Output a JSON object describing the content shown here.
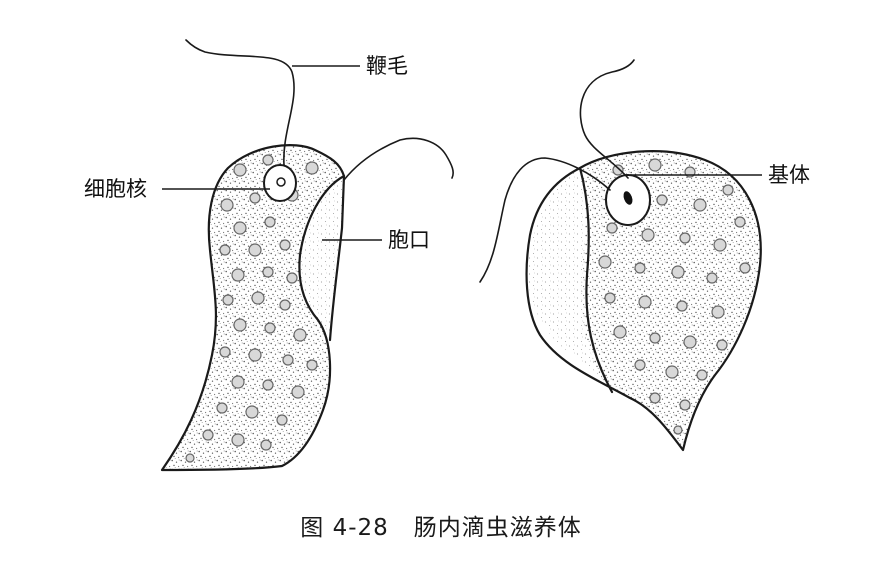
{
  "labels": {
    "flagellum": "鞭毛",
    "nucleus": "细胞核",
    "cytostome": "胞口",
    "basal_body": "基体"
  },
  "caption": "图 4-28   肠内滴虫滋养体"
}
